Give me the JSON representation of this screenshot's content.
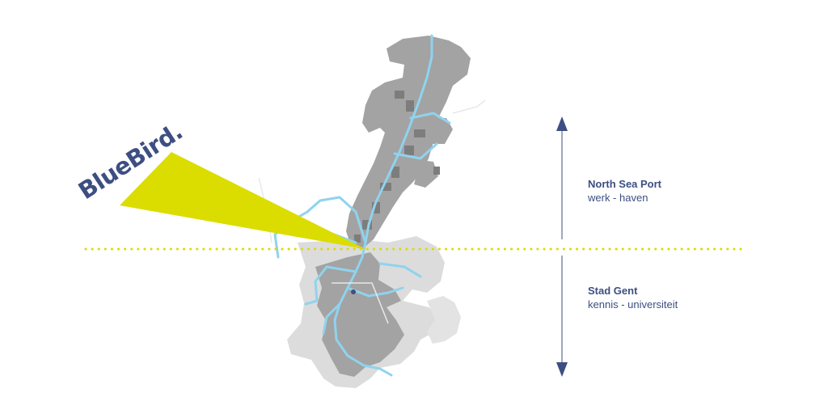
{
  "brand": {
    "name": "BlueBird."
  },
  "zones": [
    {
      "title": "North Sea Port",
      "subtitle": "werk - haven"
    },
    {
      "title": "Stad Gent",
      "subtitle": "kennis - universiteit"
    }
  ],
  "colors": {
    "accent": "#dbdc00",
    "text": "#3d4f82",
    "water": "#8fd3ee",
    "land_dark": "#a3a3a3",
    "land_light": "#dcdcdc",
    "buildings": "#7d7d7d"
  }
}
